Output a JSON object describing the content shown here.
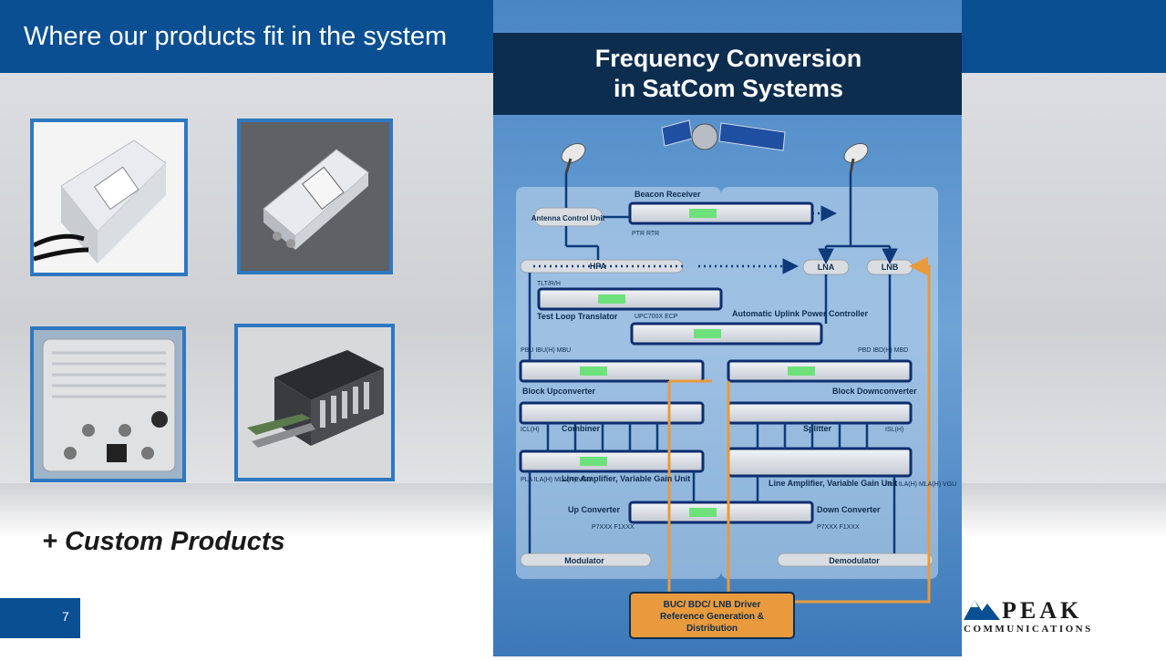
{
  "slide": {
    "title": "Where our products fit in the system",
    "custom_products": "+ Custom Products",
    "page_number": "7"
  },
  "poster": {
    "title_line1": "Frequency Conversion",
    "title_line2": "in SatCom Systems",
    "labels": {
      "beacon_receiver": "Beacon Receiver",
      "antenna_control_unit": "Antenna Control Unit",
      "ptr_rtr": "PTR RTR",
      "hpa": "HPA",
      "lna": "LNA",
      "lnb": "LNB",
      "tlt": "TLT/R/H",
      "test_loop_translator": "Test Loop Translator",
      "upc": "UPC700X ECP",
      "auto_uplink": "Automatic Uplink Power Controller",
      "pbu": "PBU IBU(H) MBU",
      "pbd": "PBD IBD(H) MBD",
      "block_upconverter": "Block Upconverter",
      "block_downconverter": "Block Downconverter",
      "icl": "ICL(H)",
      "combiner": "Combiner",
      "splitter": "Splitter",
      "isl": "ISL(H)",
      "pla_left": "PLA ILA(H) MLA(H) VGU",
      "line_amp_left": "Line Amplifier, Variable Gain Unit",
      "line_amp_right": "Line Amplifier, Variable Gain Unit",
      "pla_right": "PLA ILA(H) MLA(H) VGU",
      "up_converter": "Up Converter",
      "p7_left": "P7XXX F1XXX",
      "down_converter": "Down Converter",
      "p7_right": "P7XXX F1XXX",
      "modulator": "Modulator",
      "demodulator": "Demodulator",
      "buc_line1": "BUC/ BDC/ LNB Driver",
      "buc_line2": "Reference Generation &",
      "buc_line3": "Distribution"
    }
  },
  "logo": {
    "name": "PEAK",
    "subtitle": "COMMUNICATIONS"
  }
}
